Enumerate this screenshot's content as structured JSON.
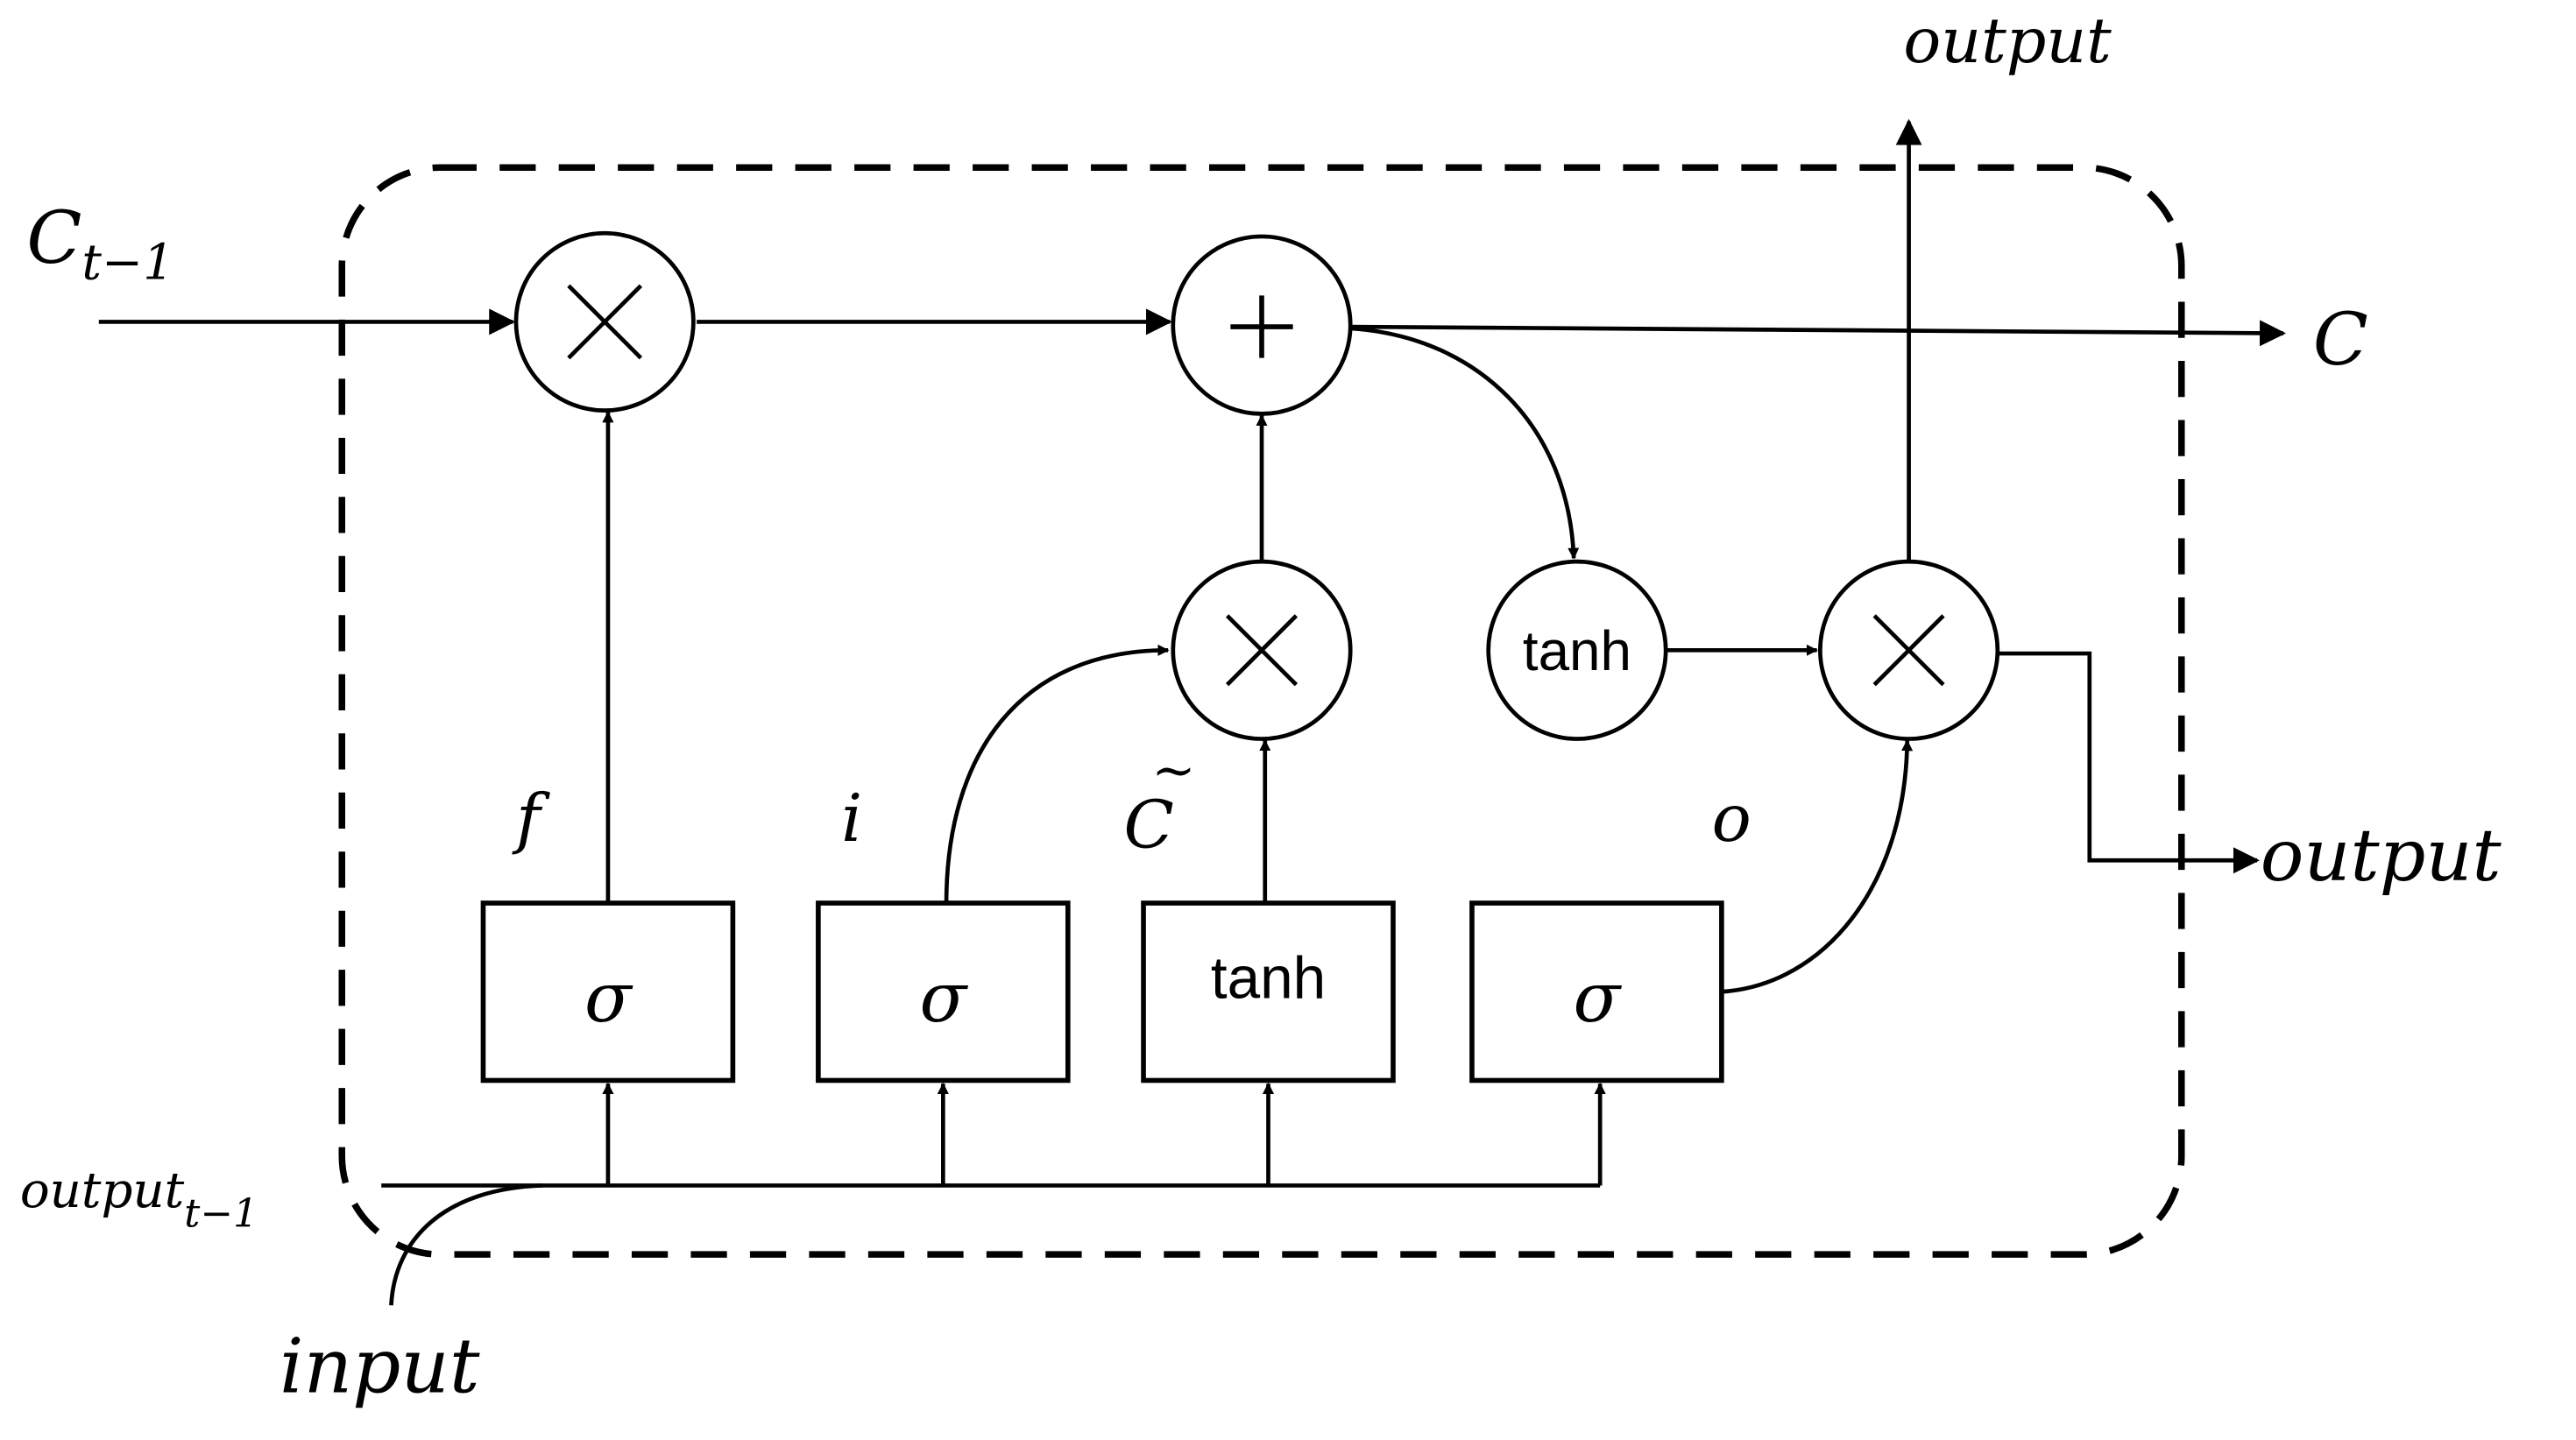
{
  "diagram": {
    "labels": {
      "c_prev_main": "C",
      "c_prev_sub": "t−1",
      "c_out": "C",
      "output_top": "output",
      "output_right": "output",
      "output_prev_main": "output",
      "output_prev_sub": "t−1",
      "input": "input",
      "gate_f": "f",
      "gate_i": "i",
      "gate_c_tilde": "C",
      "gate_c_tilde_accent": "~",
      "gate_o": "o"
    },
    "blocks": {
      "sigma_f": "σ",
      "sigma_i": "σ",
      "tanh_candidate": "tanh",
      "sigma_o": "σ"
    },
    "nodes": {
      "tanh_cell": "tanh"
    }
  }
}
